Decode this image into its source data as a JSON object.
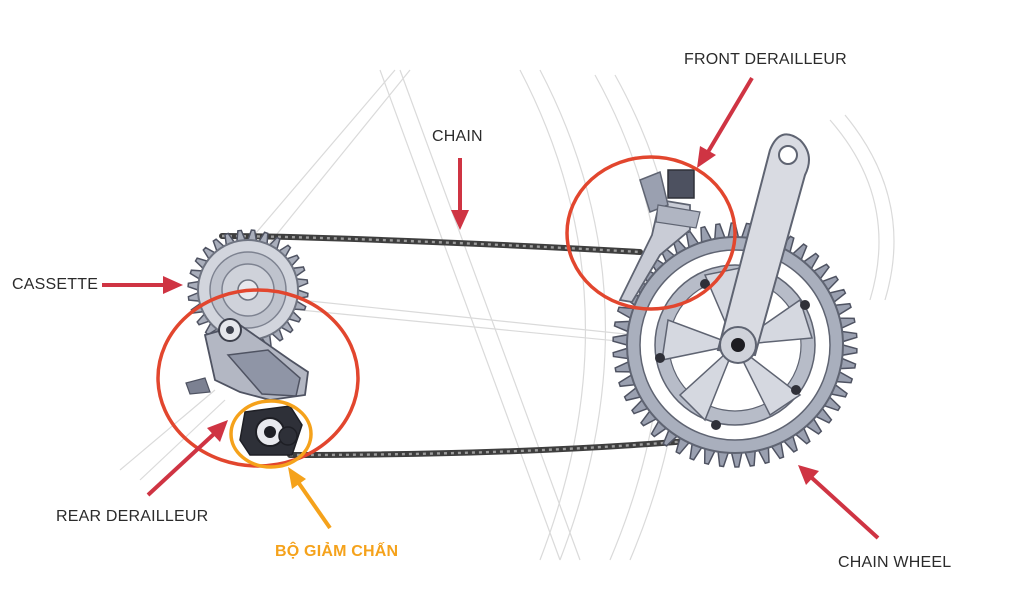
{
  "labels": {
    "front_derailleur": "FRONT DERAILLEUR",
    "chain": "CHAIN",
    "cassette": "CASSETTE",
    "rear_derailleur": "REAR DERAILLEUR",
    "damper": "BỘ GIẢM CHẤN",
    "chain_wheel": "CHAIN WHEEL"
  },
  "colors": {
    "arrow": "#cf3443",
    "circle_red": "#e2462e",
    "circle_orange": "#f5a21b",
    "damper_label": "#f5a21b",
    "metal_light": "#c9ccd6",
    "metal_mid": "#9aa0b0",
    "metal_dark": "#5f6472",
    "chain": "#4a4a4a",
    "frame_lines": "#d6d6d6"
  },
  "components": {
    "chainring_teeth": 50,
    "cassette_teeth": 28
  }
}
